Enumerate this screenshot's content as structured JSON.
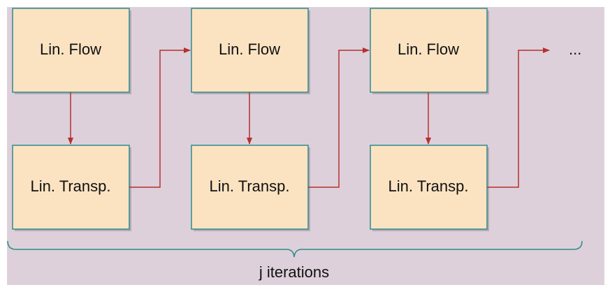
{
  "diagram": {
    "flow_label": "Lin. Flow",
    "transp_label": "Lin. Transp.",
    "continuation": "...",
    "brace_label": "j iterations"
  },
  "colors": {
    "background": "#ddd0da",
    "box_fill": "#fbe3c2",
    "box_border": "#2e8b8b",
    "arrow": "#b5302f"
  }
}
